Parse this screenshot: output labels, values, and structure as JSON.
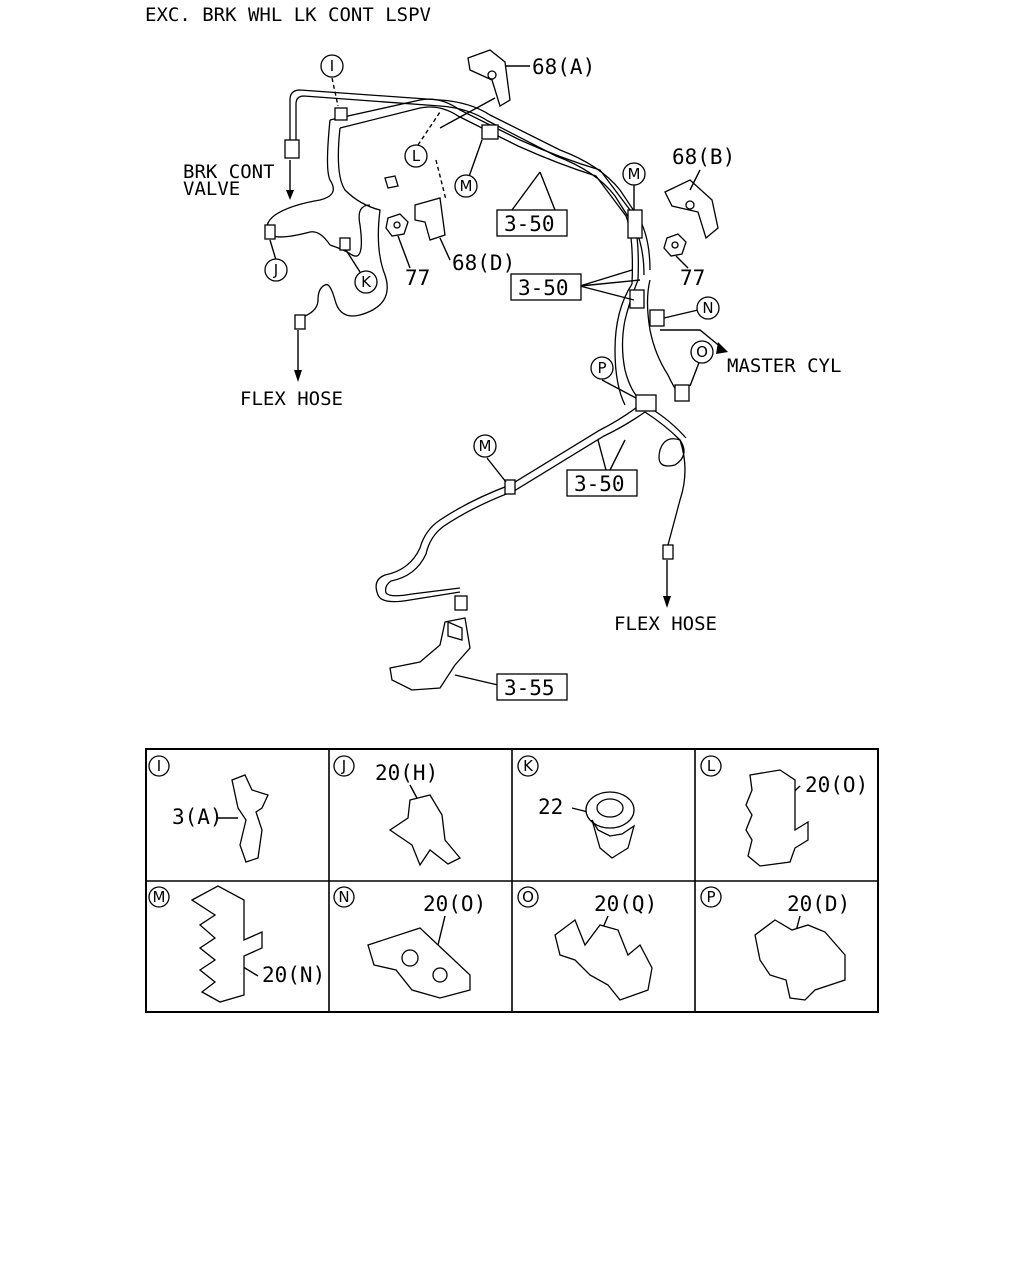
{
  "header": {
    "title": "EXC. BRK WHL LK CONT LSPV"
  },
  "diagram": {
    "labels": {
      "brk_cont_valve_1": "BRK CONT",
      "brk_cont_valve_2": "VALVE",
      "flex_hose_left": "FLEX HOSE",
      "flex_hose_right": "FLEX HOSE",
      "master_cyl": "MASTER CYL"
    },
    "refs": {
      "r68a": "68(A)",
      "r68b": "68(B)",
      "r68d": "68(D)",
      "r77_left": "77",
      "r77_right": "77",
      "r350_top": "3-50",
      "r350_mid": "3-50",
      "r350_low": "3-50",
      "r355": "3-55"
    },
    "callouts": {
      "I": "I",
      "J": "J",
      "K": "K",
      "L": "L",
      "M1": "M",
      "M2": "M",
      "M3": "M",
      "N": "N",
      "O": "O",
      "P": "P"
    }
  },
  "clip_table": {
    "cells": [
      {
        "letter": "I",
        "part": "3(A)"
      },
      {
        "letter": "J",
        "part": "20(H)"
      },
      {
        "letter": "K",
        "part": "22"
      },
      {
        "letter": "L",
        "part": "20(O)"
      },
      {
        "letter": "M",
        "part": "20(N)"
      },
      {
        "letter": "N",
        "part": "20(O)"
      },
      {
        "letter": "O",
        "part": "20(Q)"
      },
      {
        "letter": "P",
        "part": "20(D)"
      }
    ]
  }
}
